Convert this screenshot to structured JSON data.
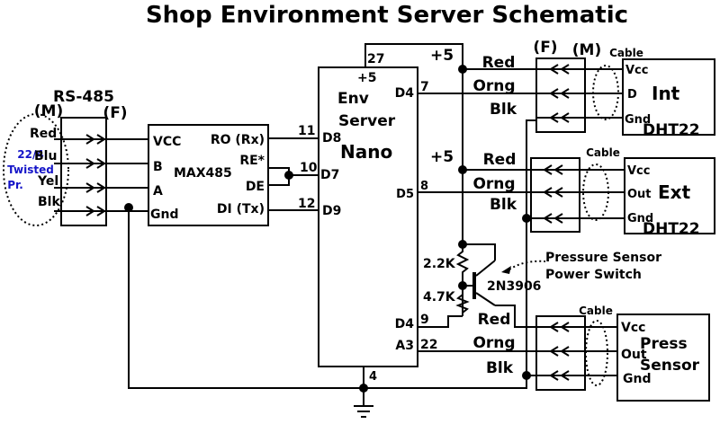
{
  "title": "Shop Environment Server Schematic",
  "rs485": {
    "label": "RS-485",
    "male": "(M)",
    "female": "(F)",
    "wires": [
      "Red",
      "Blu",
      "Yel",
      "Blk"
    ],
    "cable": [
      "22/4",
      "Twisted",
      "Pr."
    ]
  },
  "max485": {
    "name": "MAX485",
    "left_pins": [
      "VCC",
      "B",
      "A",
      "Gnd"
    ],
    "right_pins": [
      "RO (Rx)",
      "RE*",
      "DE",
      "DI (Tx)"
    ]
  },
  "nano": {
    "label_lines": [
      "Env",
      "Server",
      "Nano"
    ],
    "supply": "+5",
    "pins": {
      "p27": "27",
      "p11": "11",
      "p10": "10",
      "p12": "12",
      "d8": "D8",
      "d7": "D7",
      "d9": "D9",
      "d4": "D4",
      "p7": "7",
      "d5": "D5",
      "p8": "8",
      "d4b": "D4",
      "p9": "9",
      "a3": "A3",
      "p22": "22",
      "p4": "4"
    }
  },
  "supply_labels": [
    "+5",
    "+5"
  ],
  "connector_header": {
    "female": "(F)",
    "male": "(M)"
  },
  "cable_label": "Cable",
  "cable_wires": [
    "Red",
    "Orng",
    "Blk"
  ],
  "sensors": {
    "int": {
      "name": "Int",
      "model": "DHT22",
      "pins": [
        "Vcc",
        "D",
        "Gnd"
      ]
    },
    "ext": {
      "name": "Ext",
      "model": "DHT22",
      "pins": [
        "Vcc",
        "Out",
        "Gnd"
      ]
    },
    "press": {
      "name_lines": [
        "Press",
        "Sensor"
      ],
      "pins": [
        "Vcc",
        "Out",
        "Gnd"
      ]
    }
  },
  "power_switch": {
    "r1": "2.2K",
    "r2": "4.7K",
    "transistor": "2N3906",
    "note_lines": [
      "Pressure Sensor",
      "Power Switch"
    ]
  }
}
